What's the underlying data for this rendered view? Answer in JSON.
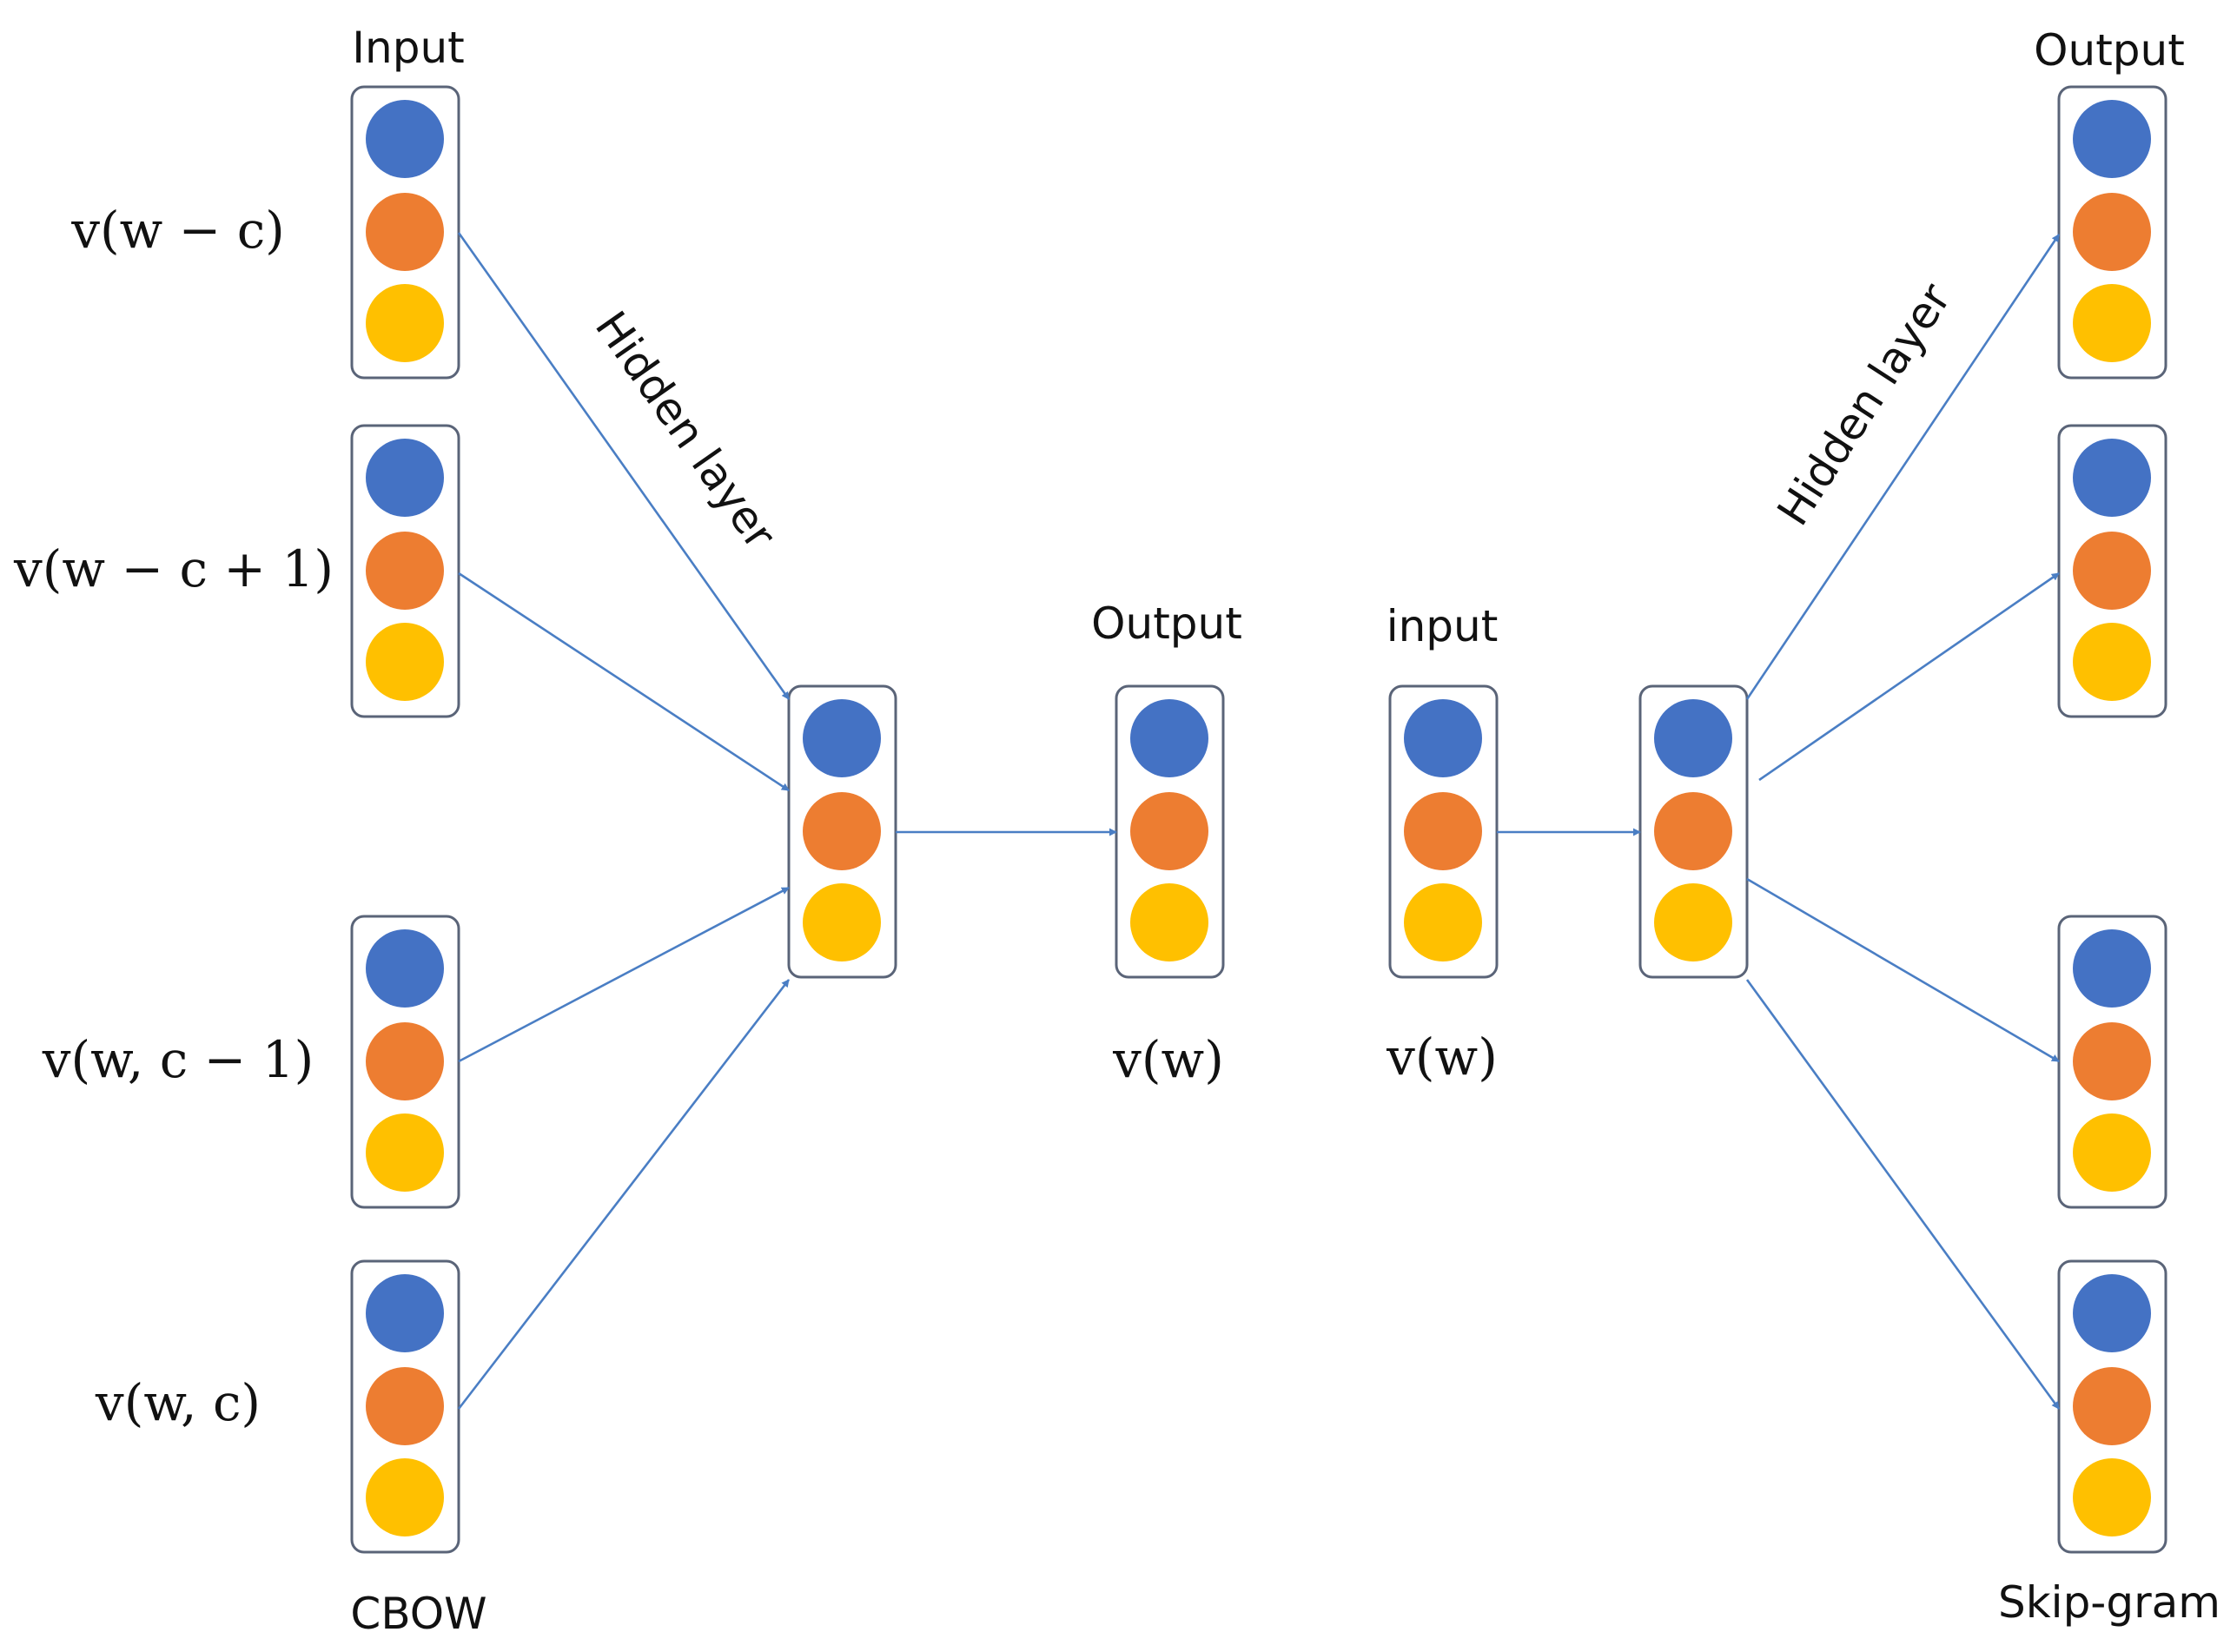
{
  "colors": {
    "blue": "#4472c4",
    "orange": "#ed7d31",
    "yellow": "#ffc000",
    "edge": "#4a7ec4",
    "box_stroke": "#5a6478"
  },
  "cbow": {
    "input_title": "Input",
    "hidden_label": "Hidden layer",
    "output_title": "Output",
    "output_var": "v(w)",
    "caption": "CBOW",
    "context_labels": [
      "v(w − c)",
      "v(w − c + 1)",
      "v(w, c − 1)",
      "v(w, c)"
    ]
  },
  "skipgram": {
    "input_title": "input",
    "input_var": "v(w)",
    "hidden_label": "Hidden layer",
    "output_title": "Output",
    "caption": "Skip-gram"
  }
}
